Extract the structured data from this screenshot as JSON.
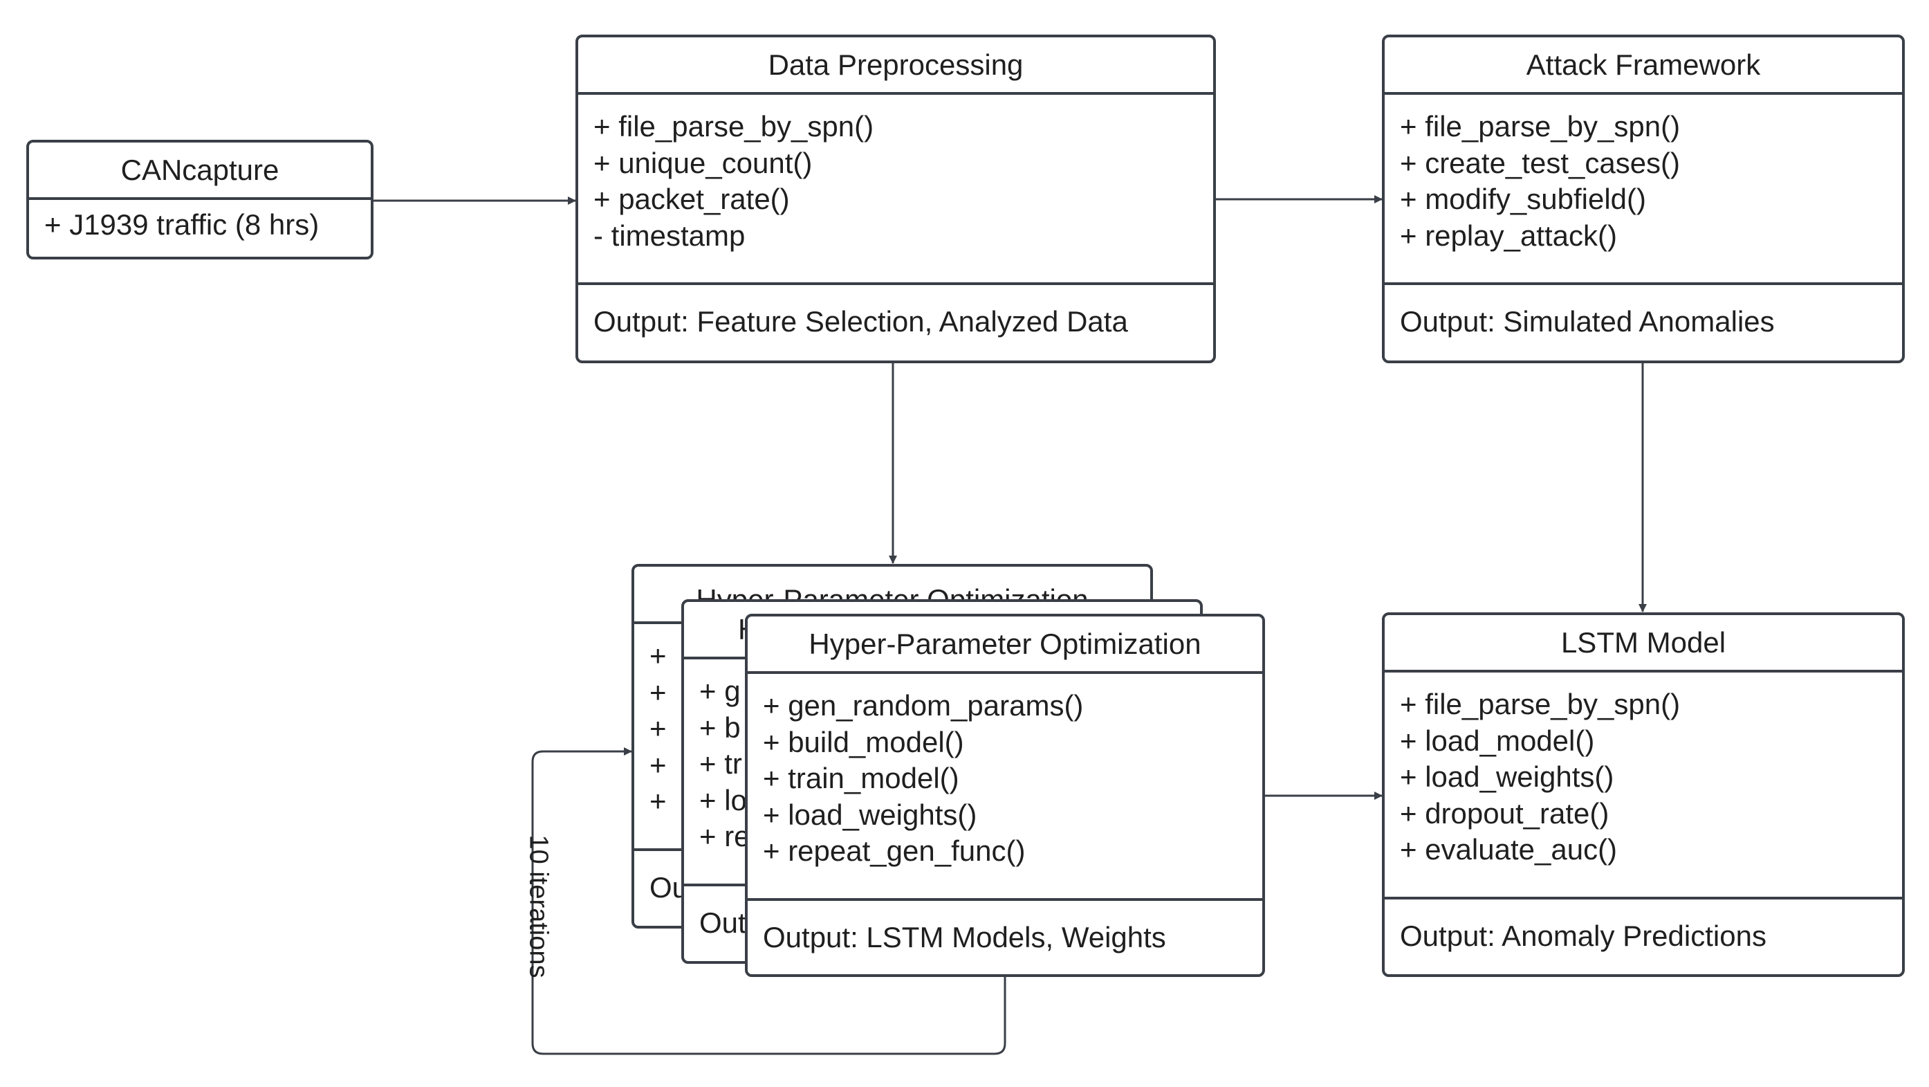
{
  "cancapture": {
    "title": "CANcapture",
    "items": [
      "+ J1939 traffic (8 hrs)"
    ]
  },
  "preprocessing": {
    "title": "Data Preprocessing",
    "items": [
      "+ file_parse_by_spn()",
      "+ unique_count()",
      "+ packet_rate()",
      "- timestamp"
    ],
    "output": "Output: Feature Selection, Analyzed Data"
  },
  "attack": {
    "title": "Attack Framework",
    "items": [
      "+ file_parse_by_spn()",
      "+ create_test_cases()",
      "+ modify_subfield()",
      "+ replay_attack()"
    ],
    "output": "Output: Simulated Anomalies"
  },
  "hpo_back": {
    "title": "Hyper-Parameter Optimization",
    "items": [
      "+",
      "+",
      "+",
      "+",
      "+"
    ],
    "output": "Ou"
  },
  "hpo_mid": {
    "title": "H",
    "items": [
      "+ g",
      "+ b",
      "+ tr",
      "+ lo",
      "+ re"
    ],
    "output": "Out"
  },
  "hpo_front": {
    "title": "Hyper-Parameter Optimization",
    "items": [
      "+ gen_random_params()",
      "+ build_model()",
      "+ train_model()",
      "+ load_weights()",
      "+ repeat_gen_func()"
    ],
    "output": "Output: LSTM Models, Weights"
  },
  "lstm": {
    "title": "LSTM Model",
    "items": [
      "+ file_parse_by_spn()",
      "+ load_model()",
      "+ load_weights()",
      "+ dropout_rate()",
      "+ evaluate_auc()"
    ],
    "output": "Output: Anomaly Predictions"
  },
  "loop_label": "10 iterations"
}
